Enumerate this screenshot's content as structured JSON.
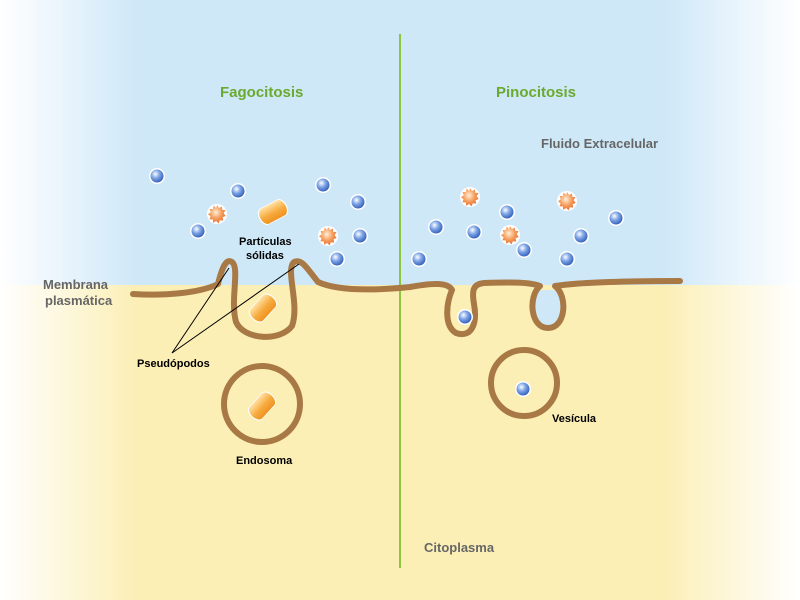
{
  "labels": {
    "fagocitosis": "Fagocitosis",
    "pinocitosis": "Pinocitosis",
    "fluido": "Fluido Extracelular",
    "membrana_1": "Membrana",
    "membrana_2": "plasmática",
    "particulas_1": "Partículas",
    "particulas_2": "sólidas",
    "pseudopodos": "Pseudópodos",
    "endosoma": "Endosoma",
    "vesicula": "Vesícula",
    "citoplasma": "Citoplasma"
  },
  "colors": {
    "membrane": "#a87945",
    "divider": "#8dc63f",
    "particle_blue": "#3f6fc8",
    "particle_orange": "#ee7a3c",
    "bacterium": "#f5a030",
    "extracellular": "#cfe8f8",
    "cytoplasm": "#fbefb6"
  },
  "icons": [
    "blue-particle-icon",
    "orange-particle-icon",
    "bacterium-icon"
  ]
}
